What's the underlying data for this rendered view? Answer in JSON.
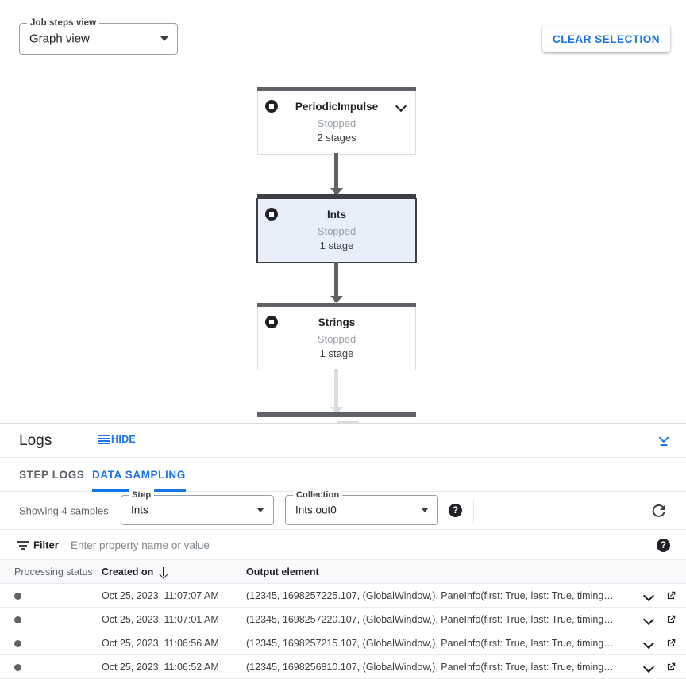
{
  "toolbar": {
    "job_steps_view": {
      "label": "Job steps view",
      "value": "Graph view"
    },
    "clear_selection_label": "CLEAR SELECTION"
  },
  "graph": {
    "nodes": [
      {
        "name": "PeriodicImpulse",
        "status": "Stopped",
        "stages": "2 stages",
        "selected": false,
        "has_caret": true
      },
      {
        "name": "Ints",
        "status": "Stopped",
        "stages": "1 stage",
        "selected": true,
        "has_caret": false
      },
      {
        "name": "Strings",
        "status": "Stopped",
        "stages": "1 stage",
        "selected": false,
        "has_caret": false
      }
    ]
  },
  "logs": {
    "title": "Logs",
    "hide_label": "HIDE",
    "tabs": [
      {
        "label": "STEP LOGS",
        "active": false
      },
      {
        "label": "DATA SAMPLING",
        "active": true
      }
    ]
  },
  "sampling": {
    "showing_text": "Showing 4 samples",
    "step": {
      "label": "Step",
      "value": "Ints"
    },
    "collection": {
      "label": "Collection",
      "value": "Ints.out0"
    },
    "help_glyph": "?"
  },
  "filter": {
    "label": "Filter",
    "placeholder": "Enter property name or value",
    "value": "",
    "help_glyph": "?"
  },
  "table": {
    "columns": [
      "Processing status",
      "Created on",
      "Output element"
    ],
    "sort_column": "Created on",
    "sort_direction": "desc",
    "rows": [
      {
        "created_on": "Oct 25, 2023, 11:07:07 AM",
        "output_element": "(12345, 1698257225.107, (GlobalWindow,), PaneInfo(first: True, last: True, timing…"
      },
      {
        "created_on": "Oct 25, 2023, 11:07:01 AM",
        "output_element": "(12345, 1698257220.107, (GlobalWindow,), PaneInfo(first: True, last: True, timing…"
      },
      {
        "created_on": "Oct 25, 2023, 11:06:56 AM",
        "output_element": "(12345, 1698257215.107, (GlobalWindow,), PaneInfo(first: True, last: True, timing…"
      },
      {
        "created_on": "Oct 25, 2023, 11:06:52 AM",
        "output_element": "(12345, 1698256810.107, (GlobalWindow,), PaneInfo(first: True, last: True, timing…"
      }
    ]
  },
  "colors": {
    "accent_blue": "#1a73e8",
    "selected_node_fill": "#e8eefa",
    "node_bar": "#5f6368",
    "header_bg": "#f8f9fa"
  }
}
